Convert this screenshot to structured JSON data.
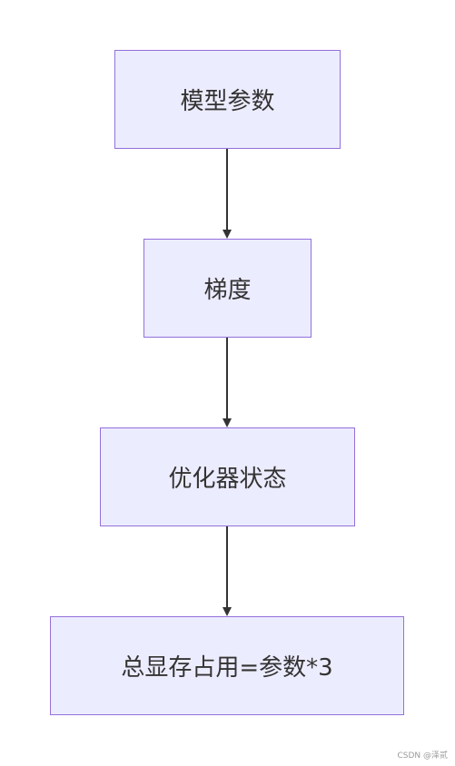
{
  "diagram": {
    "nodes": [
      {
        "id": "n1",
        "label": "模型参数"
      },
      {
        "id": "n2",
        "label": "梯度"
      },
      {
        "id": "n3",
        "label": "优化器状态"
      },
      {
        "id": "n4",
        "label": "总显存占用=参数*3"
      }
    ],
    "edges": [
      {
        "from": "n1",
        "to": "n2"
      },
      {
        "from": "n2",
        "to": "n3"
      },
      {
        "from": "n3",
        "to": "n4"
      }
    ],
    "colors": {
      "node_fill": "#ECECFF",
      "node_border": "#9370DB",
      "edge": "#333333",
      "text": "#333333"
    }
  },
  "watermark": "CSDN @泽贰"
}
